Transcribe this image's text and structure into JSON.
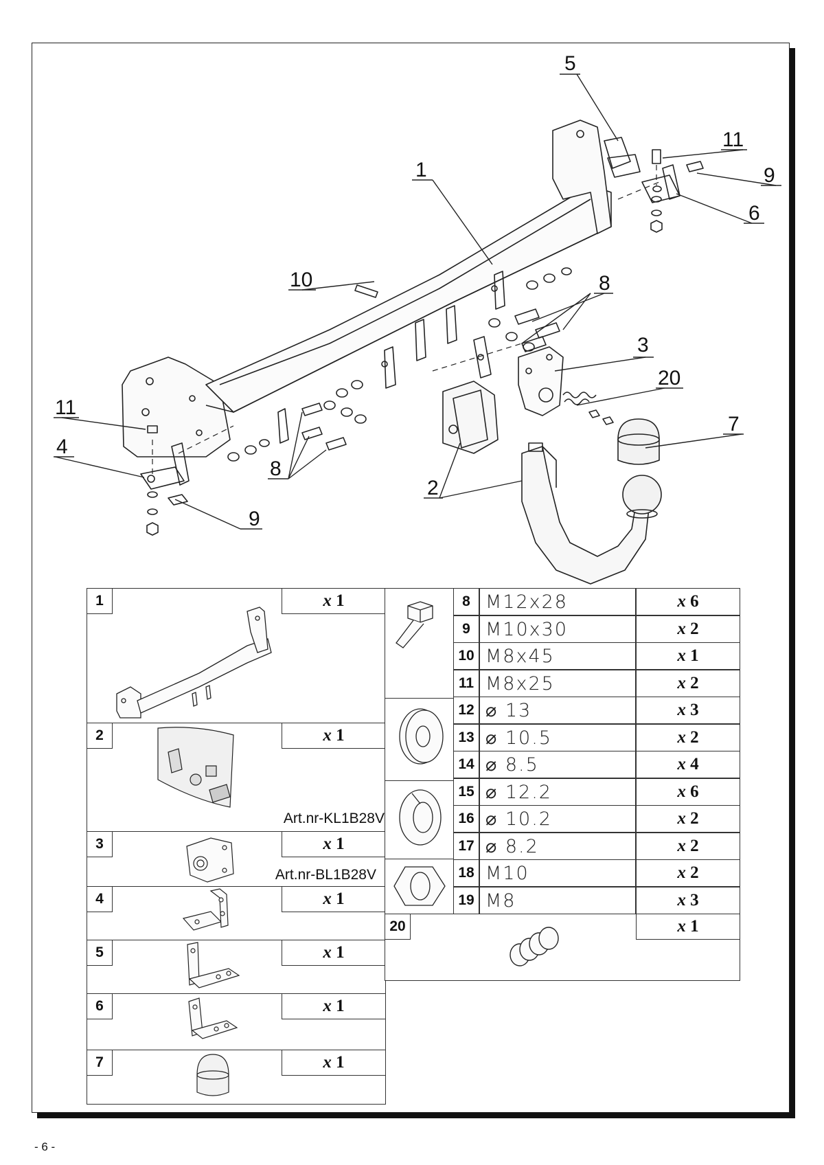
{
  "page": {
    "number": "- 6 -"
  },
  "callouts": {
    "c1": "1",
    "c2": "2",
    "c3": "3",
    "c4": "4",
    "c5": "5",
    "c6": "6",
    "c7": "7",
    "c8a": "8",
    "c8b": "8",
    "c9a": "9",
    "c9b": "9",
    "c10": "10",
    "c11a": "11",
    "c11b": "11",
    "c20": "20"
  },
  "left_parts": [
    {
      "num": "1",
      "qty_x": "x",
      "qty_n": "1",
      "art": ""
    },
    {
      "num": "2",
      "qty_x": "x",
      "qty_n": "1",
      "art": "Art.nr-KL1B28V"
    },
    {
      "num": "3",
      "qty_x": "x",
      "qty_n": "1",
      "art": "Art.nr-BL1B28V"
    },
    {
      "num": "4",
      "qty_x": "x",
      "qty_n": "1",
      "art": ""
    },
    {
      "num": "5",
      "qty_x": "x",
      "qty_n": "1",
      "art": ""
    },
    {
      "num": "6",
      "qty_x": "x",
      "qty_n": "1",
      "art": ""
    },
    {
      "num": "7",
      "qty_x": "x",
      "qty_n": "1",
      "art": ""
    }
  ],
  "right_parts": [
    {
      "num": "8",
      "desc": "M12x28",
      "qty_x": "x",
      "qty_n": "6"
    },
    {
      "num": "9",
      "desc": "M10x30",
      "qty_x": "x",
      "qty_n": "2"
    },
    {
      "num": "10",
      "desc": "M8x45",
      "qty_x": "x",
      "qty_n": "1"
    },
    {
      "num": "11",
      "desc": "M8x25",
      "qty_x": "x",
      "qty_n": "2"
    },
    {
      "num": "12",
      "desc": "⌀ 13",
      "qty_x": "x",
      "qty_n": "3"
    },
    {
      "num": "13",
      "desc": "⌀ 10.5",
      "qty_x": "x",
      "qty_n": "2"
    },
    {
      "num": "14",
      "desc": "⌀ 8.5",
      "qty_x": "x",
      "qty_n": "4"
    },
    {
      "num": "15",
      "desc": "⌀ 12.2",
      "qty_x": "x",
      "qty_n": "6"
    },
    {
      "num": "16",
      "desc": "⌀ 10.2",
      "qty_x": "x",
      "qty_n": "2"
    },
    {
      "num": "17",
      "desc": "⌀ 8.2",
      "qty_x": "x",
      "qty_n": "2"
    },
    {
      "num": "18",
      "desc": "M10",
      "qty_x": "x",
      "qty_n": "2"
    },
    {
      "num": "19",
      "desc": "M8",
      "qty_x": "x",
      "qty_n": "3"
    }
  ],
  "spring": {
    "num": "20",
    "qty_x": "x",
    "qty_n": "1"
  }
}
